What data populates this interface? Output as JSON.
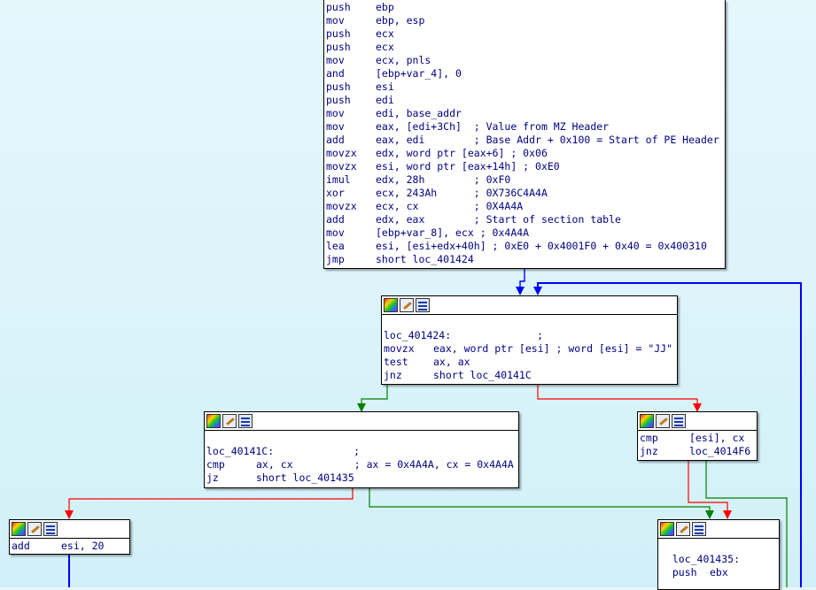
{
  "colors": {
    "background": "#dff4fb",
    "edge_true": "#008000",
    "edge_false": "#ff0000",
    "edge_jump": "#0000ff",
    "code_text": "#000080",
    "number": "#008000"
  },
  "icons": [
    "color-palette-icon",
    "rename-edit-icon",
    "graph-overview-icon"
  ],
  "blocks": {
    "entry": {
      "lines": [
        {
          "op": "push",
          "args": "ebp",
          "comment": ""
        },
        {
          "op": "mov",
          "args": "ebp, esp",
          "comment": ""
        },
        {
          "op": "push",
          "args": "ecx",
          "comment": ""
        },
        {
          "op": "push",
          "args": "ecx",
          "comment": ""
        },
        {
          "op": "mov",
          "args": "ecx, pnls",
          "comment": ""
        },
        {
          "op": "and",
          "args": "[ebp+var_4], 0",
          "comment": ""
        },
        {
          "op": "push",
          "args": "esi",
          "comment": ""
        },
        {
          "op": "push",
          "args": "edi",
          "comment": ""
        },
        {
          "op": "mov",
          "args": "edi, base_addr",
          "comment": ""
        },
        {
          "op": "mov",
          "args": "eax, [edi+3Ch]",
          "comment": "  ; Value from MZ Header"
        },
        {
          "op": "add",
          "args": "eax, edi",
          "comment": "        ; Base Addr + 0x100 = Start of PE Header"
        },
        {
          "op": "movzx",
          "args": "edx, word ptr [eax+6]",
          "comment": " ; 0x06"
        },
        {
          "op": "movzx",
          "args": "esi, word ptr [eax+14h]",
          "comment": " ; 0xE0"
        },
        {
          "op": "imul",
          "args": "edx, 28h",
          "comment": "        ; 0xF0"
        },
        {
          "op": "xor",
          "args": "ecx, 243Ah",
          "comment": "      ; 0X736C4A4A"
        },
        {
          "op": "movzx",
          "args": "ecx, cx",
          "comment": "         ; 0X4A4A"
        },
        {
          "op": "add",
          "args": "edx, eax",
          "comment": "        ; Start of section table"
        },
        {
          "op": "mov",
          "args": "[ebp+var_8], ecx",
          "comment": " ; 0x4A4A"
        },
        {
          "op": "lea",
          "args": "esi, [esi+edx+40h]",
          "comment": " ; 0xE0 + 0x4001F0 + 0x40 = 0x400310"
        },
        {
          "op": "jmp",
          "args": "short loc_401424",
          "comment": ""
        }
      ]
    },
    "loc_401424": {
      "label": "loc_401424:              ;",
      "lines": [
        {
          "op": "movzx",
          "args": "eax, word ptr [esi] ; word [esi] = \"JJ\"",
          "comment": ""
        },
        {
          "op": "test",
          "args": "ax, ax",
          "comment": ""
        },
        {
          "op": "jnz",
          "args": "short loc_40141C",
          "comment": ""
        }
      ]
    },
    "loc_40141C": {
      "label": "loc_40141C:             ;",
      "lines": [
        {
          "op": "cmp",
          "args": "ax, cx",
          "comment": "          ; ax = 0x4A4A, cx = 0x4A4A"
        },
        {
          "op": "jz",
          "args": "short loc_401435",
          "comment": ""
        }
      ]
    },
    "cmp_block": {
      "lines": [
        {
          "op": "cmp",
          "args": "[esi], cx",
          "comment": ""
        },
        {
          "op": "jnz",
          "args": "loc_4014F6",
          "comment": ""
        }
      ]
    },
    "add_block": {
      "lines": [
        {
          "op": "add",
          "args": "esi, 20",
          "comment": ""
        }
      ]
    },
    "loc_401435": {
      "label": "  loc_401435:",
      "lines": [
        {
          "op": "  push",
          "args": "ebx",
          "comment": ""
        }
      ]
    }
  }
}
